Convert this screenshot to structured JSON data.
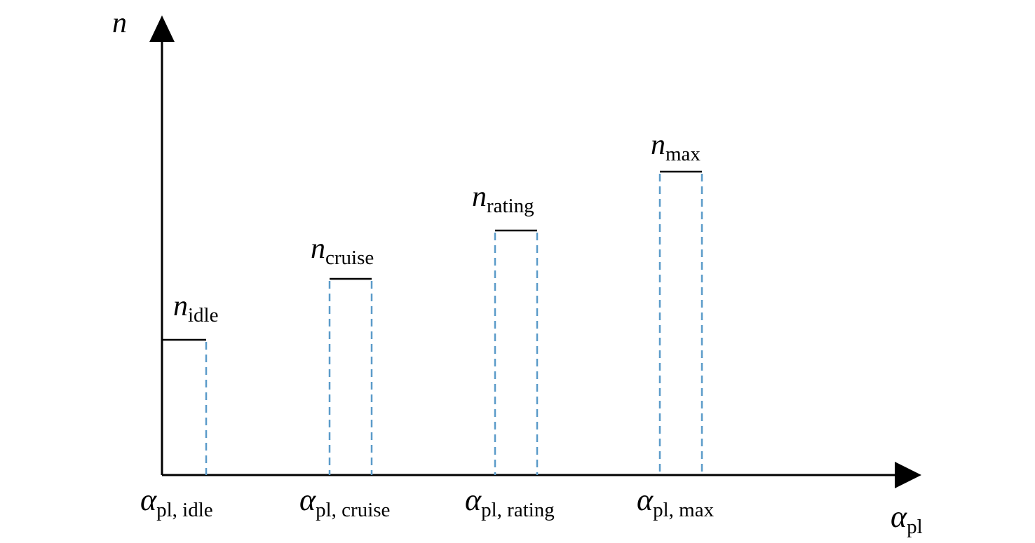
{
  "diagram": {
    "y_axis_label": "n",
    "x_axis_label": {
      "symbol": "α",
      "subscript": "pl"
    },
    "groups": [
      {
        "key": "idle",
        "level_label": {
          "symbol": "n",
          "subscript": "idle"
        },
        "position_label": {
          "symbol": "α",
          "subscript": "pl, idle"
        }
      },
      {
        "key": "cruise",
        "level_label": {
          "symbol": "n",
          "subscript": "cruise"
        },
        "position_label": {
          "symbol": "α",
          "subscript": "pl, cruise"
        }
      },
      {
        "key": "rating",
        "level_label": {
          "symbol": "n",
          "subscript": "rating"
        },
        "position_label": {
          "symbol": "α",
          "subscript": "pl, rating"
        }
      },
      {
        "key": "max",
        "level_label": {
          "symbol": "n",
          "subscript": "max"
        },
        "position_label": {
          "symbol": "α",
          "subscript": "pl, max"
        }
      }
    ],
    "colors": {
      "axis": "#000000",
      "level_line": "#000000",
      "guide_line": "#5b9bc9"
    }
  }
}
